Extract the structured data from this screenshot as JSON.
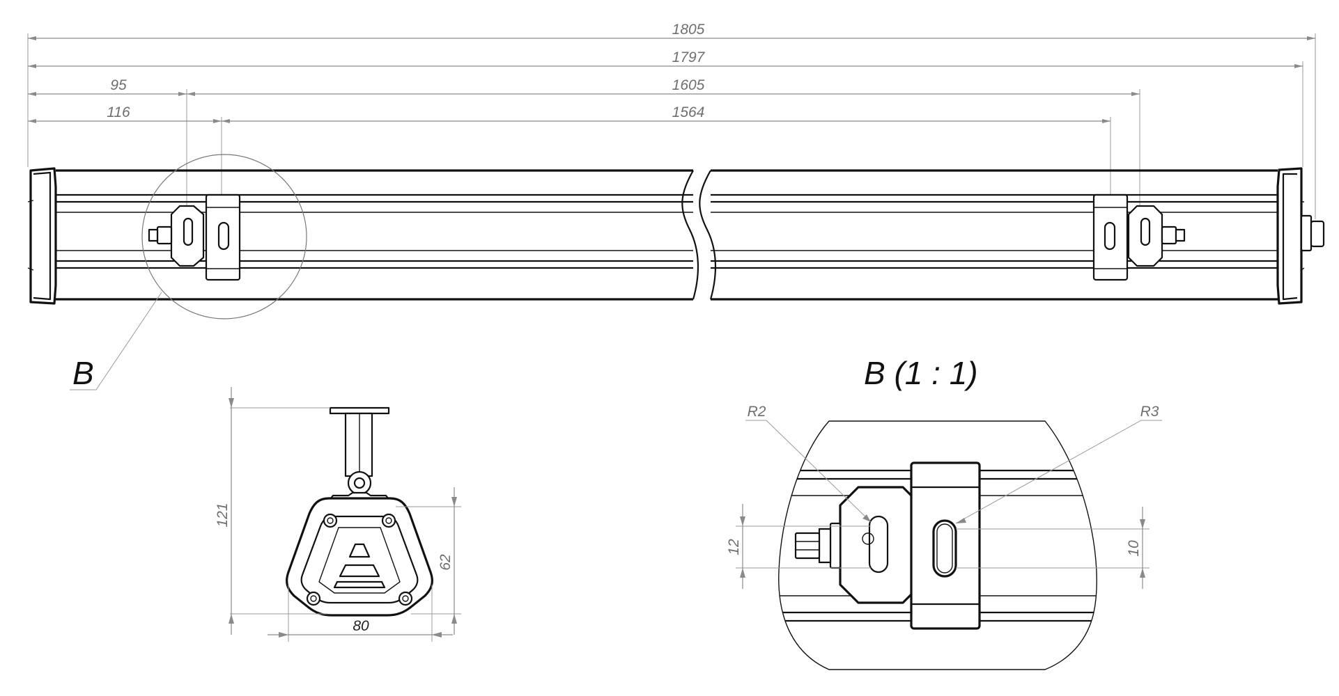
{
  "dimensions": {
    "overall_1": "1805",
    "overall_2": "1797",
    "left_bracket_1": "95",
    "mount_span_1": "1605",
    "left_bracket_2": "116",
    "mount_span_2": "1564",
    "end_height": "121",
    "body_height": "62",
    "body_width": "80",
    "slot_height": "12",
    "slot_height_2": "10",
    "radius_small": "R2",
    "radius_large": "R3"
  },
  "callouts": {
    "detail_marker": "B",
    "detail_title": "B (1 : 1)"
  }
}
